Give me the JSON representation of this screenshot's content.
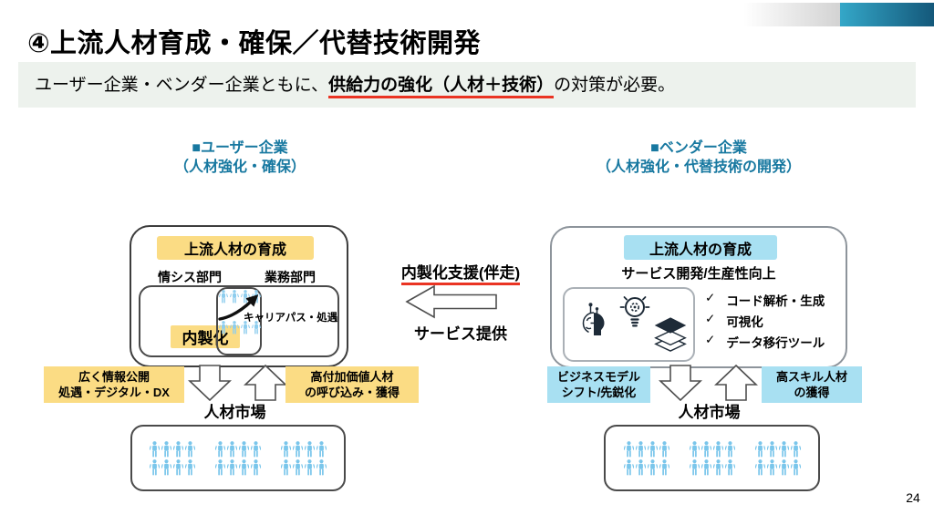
{
  "colors": {
    "accent_teal": "#1778A0",
    "highlight_yellow": "#FBDC84",
    "highlight_blue": "#A8E0F2",
    "people_blue": "#7AC6EB",
    "underline_red": "#EA3423",
    "banner_bg": "#EDF2ED",
    "top_bar_teal_start": "#34A7C8",
    "top_bar_teal_end": "#14587A",
    "icon_dark": "#1E2B38"
  },
  "header": {
    "title": "④上流人材育成・確保／代替技術開発"
  },
  "banner": {
    "prefix": "ユーザー企業・ベンダー企業ともに、",
    "highlight": "供給力の強化（人材＋技術）",
    "suffix": "の対策が必要。"
  },
  "user_company": {
    "header_line1": "■ユーザー企業",
    "header_line2": "（人材強化・確保）",
    "development_title": "上流人材の育成",
    "dept_left": "情シス部門",
    "dept_right": "業務部門",
    "career_label": "キャリアパス・処遇",
    "insourcing_label": "内製化",
    "market_left_line1": "広く情報公開",
    "market_left_line2": "処遇・デジタル・DX",
    "market_right_line1": "高付加価値人材",
    "market_right_line2": "の呼び込み・獲得",
    "market_label": "人材市場"
  },
  "center": {
    "support_label": "内製化支援(伴走)",
    "service_label": "サービス提供"
  },
  "vendor_company": {
    "header_line1": "■ベンダー企業",
    "header_line2": "（人材強化・代替技術の開発）",
    "development_title": "上流人材の育成",
    "subtitle": "サービス開発/生産性向上",
    "check_glyph": "✓",
    "checklist": [
      "コード解析・生成",
      "可視化",
      "データ移行ツール"
    ],
    "market_left_line1": "ビジネスモデル",
    "market_left_line2": "シフト/先鋭化",
    "market_right_line1": "高スキル人材",
    "market_right_line2": "の獲得",
    "market_label": "人材市場"
  },
  "footer": {
    "page_number": "24"
  }
}
